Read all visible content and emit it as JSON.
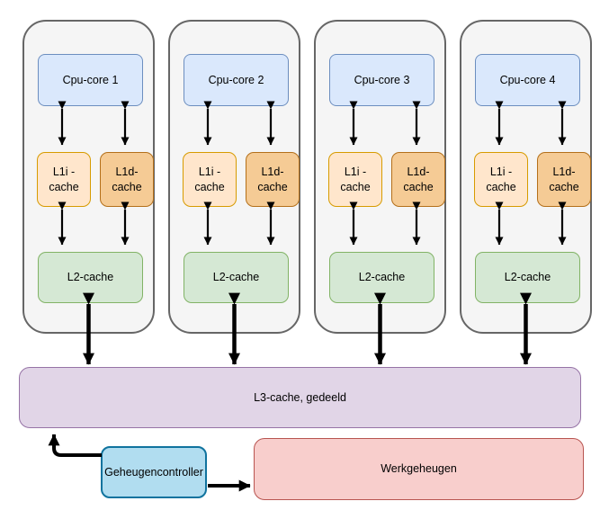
{
  "diagram": {
    "cores": [
      {
        "label": "Cpu-core 1",
        "l1i": "L1i -\ncache",
        "l1d": "L1d-\ncache",
        "l2": "L2-cache"
      },
      {
        "label": "Cpu-core 2",
        "l1i": "L1i -\ncache",
        "l1d": "L1d-\ncache",
        "l2": "L2-cache"
      },
      {
        "label": "Cpu-core 3",
        "l1i": "L1i -\ncache",
        "l1d": "L1d-\ncache",
        "l2": "L2-cache"
      },
      {
        "label": "Cpu-core 4",
        "l1i": "L1i -\ncache",
        "l1d": "L1d-\ncache",
        "l2": "L2-cache"
      }
    ],
    "l3_label": "L3-cache, gedeeld",
    "memory_controller_label": "Geheugencontroller",
    "main_memory_label": "Werkgeheugen"
  },
  "colors": {
    "group_fill": "#f5f5f5",
    "group_border": "#666666",
    "core_fill": "#dae8fc",
    "core_border": "#6c8ebf",
    "l1i_fill": "#ffe6cc",
    "l1i_border": "#d79b00",
    "l1d_fill": "#f5cb95",
    "l1d_border": "#b4701a",
    "l2_fill": "#d5e8d4",
    "l2_border": "#82b366",
    "l3_fill": "#e1d5e7",
    "l3_border": "#9673a6",
    "memctrl_fill": "#b1ddf0",
    "memctrl_border": "#10739e",
    "ram_fill": "#f8cecc",
    "ram_border": "#b85450",
    "arrow_color": "#000000"
  }
}
